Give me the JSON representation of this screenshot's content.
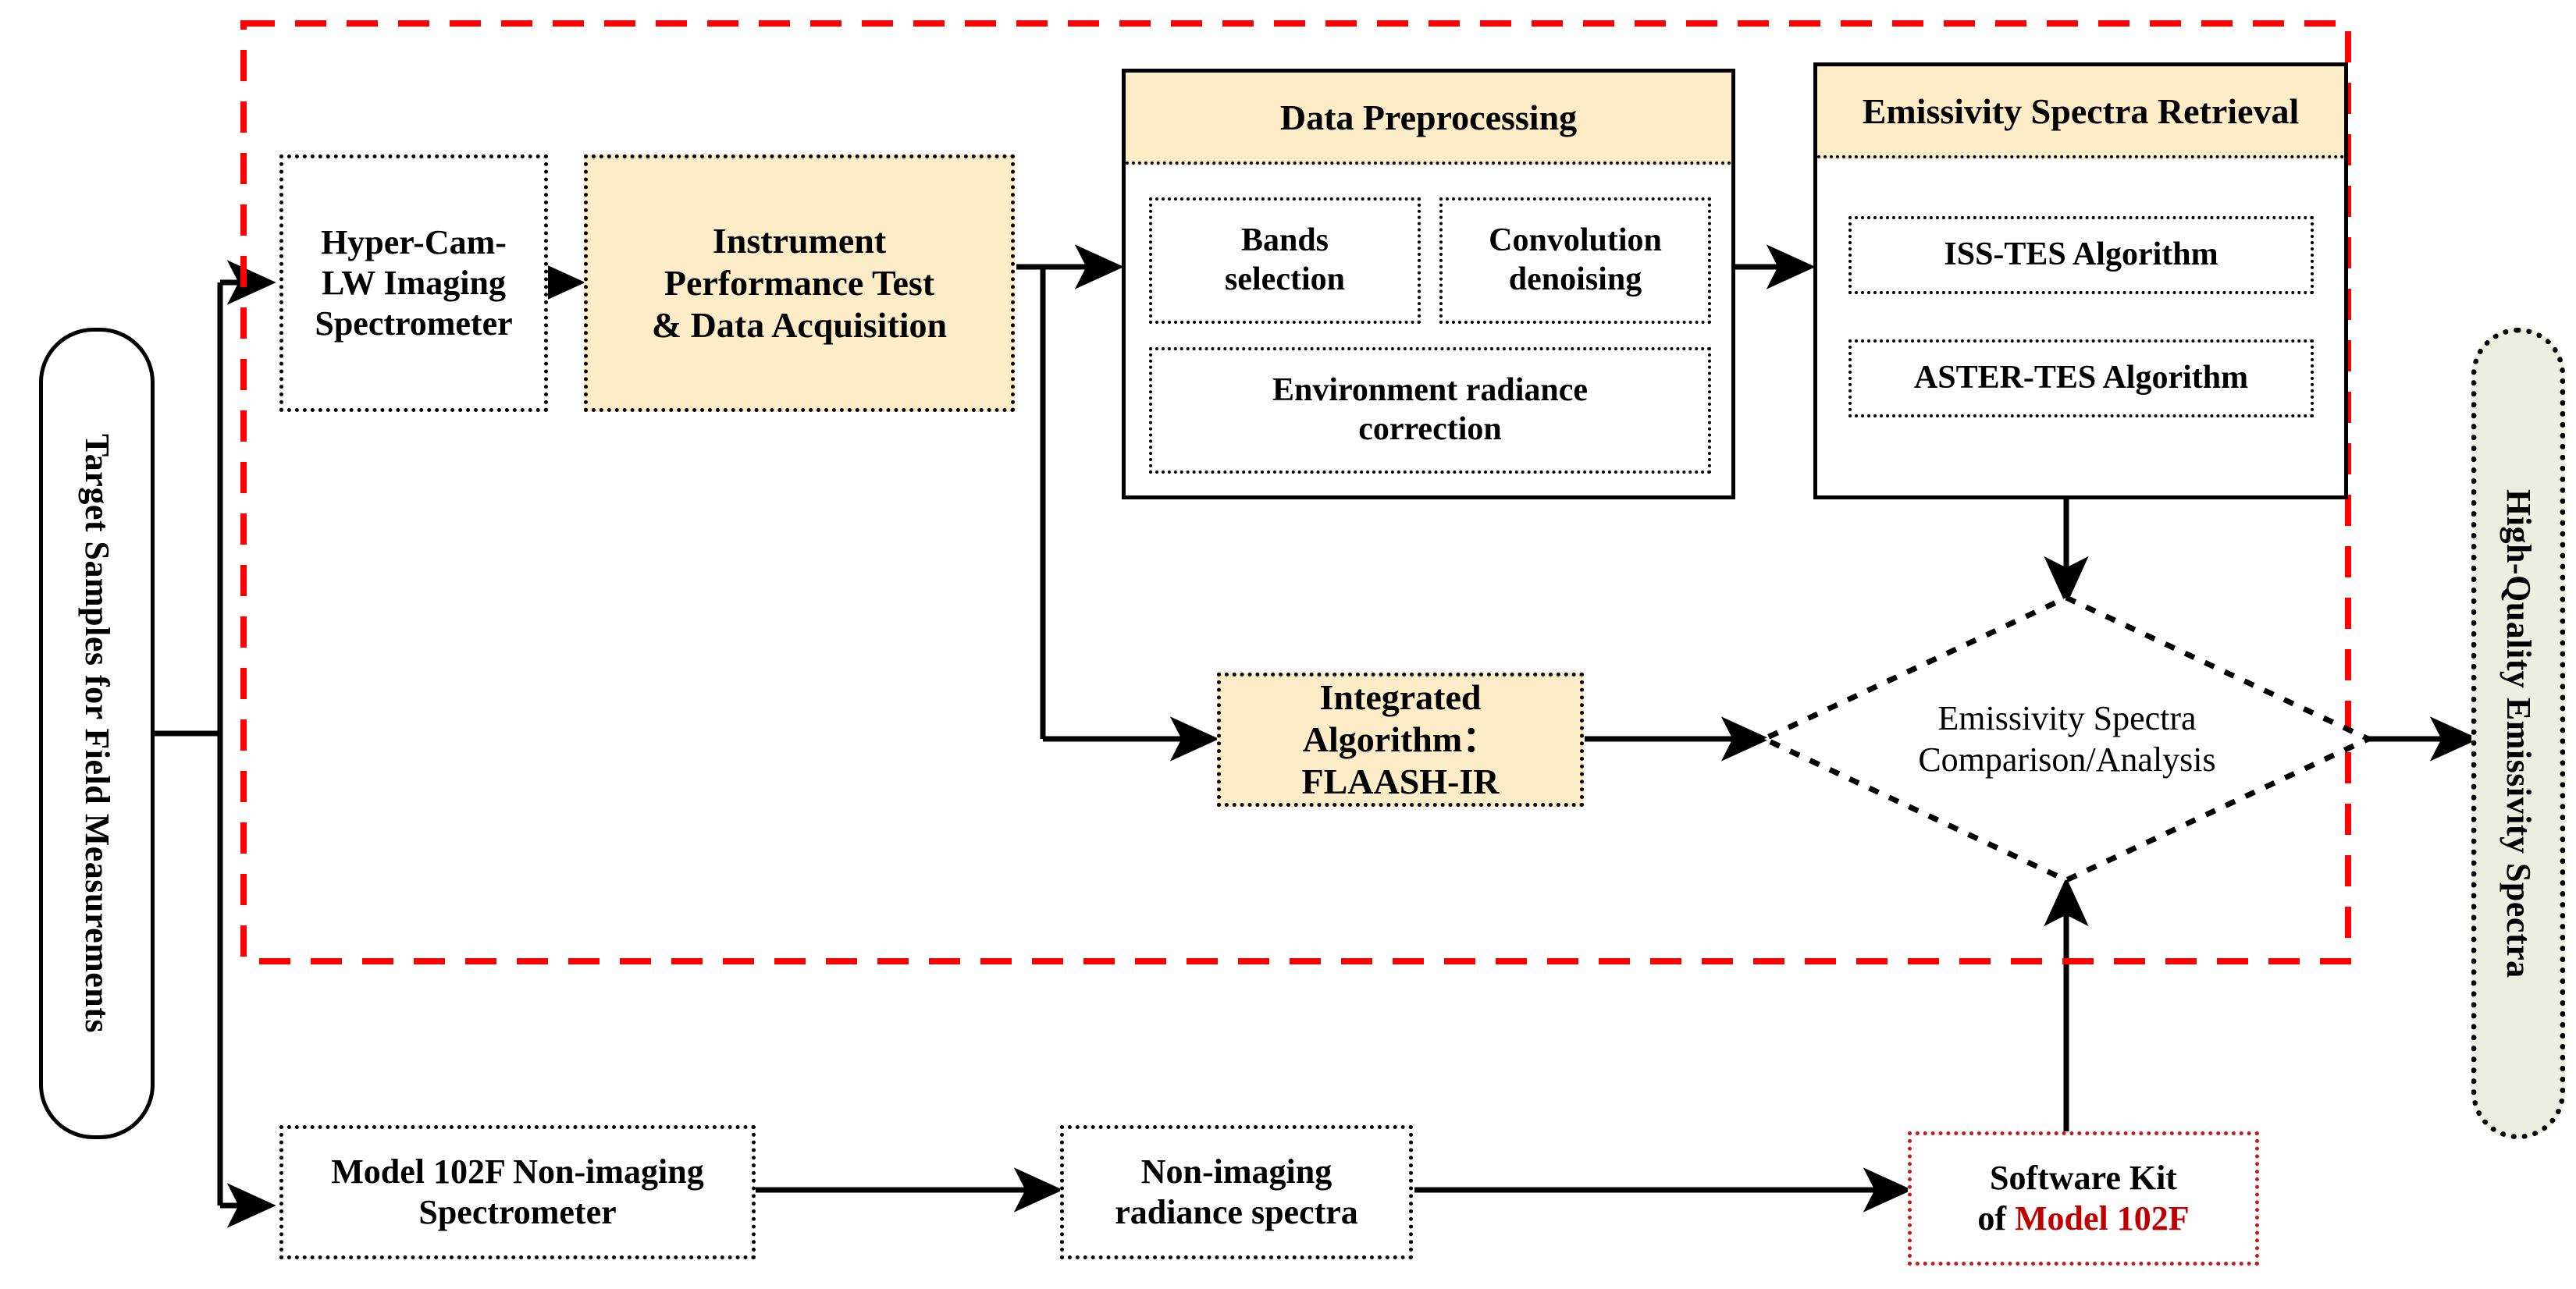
{
  "diagram": {
    "title": "Field emissivity spectra measurement and retrieval workflow",
    "colors": {
      "highlight_fill": "#fcecc7",
      "output_fill": "#ebeee0",
      "boundary": "#ff0000",
      "accent_red": "#c00000",
      "line": "#000000"
    },
    "input_terminator": {
      "label": "Target Samples for Field Measurements",
      "shape": "rounded-rectangle",
      "orientation": "vertical"
    },
    "output_terminator": {
      "label": "High-Quality Emissivity Spectra",
      "shape": "rounded-rectangle",
      "orientation": "vertical"
    },
    "boundary": {
      "style": "red-dashed",
      "meaning": "imaging-spectrometer workflow scope"
    },
    "nodes": {
      "hypercam": {
        "line1": "Hyper-Cam-",
        "line2": "LW Imaging",
        "line3": "Spectrometer"
      },
      "instrument": {
        "line1": "Instrument",
        "line2": "Performance Test",
        "line3": "&  Data Acquisition"
      },
      "preprocessing": {
        "header": "Data Preprocessing",
        "items": [
          {
            "line1": "Bands",
            "line2": "selection"
          },
          {
            "line1": "Convolution",
            "line2": "denoising"
          },
          {
            "line1": "Environment radiance",
            "line2": "correction"
          }
        ]
      },
      "retrieval": {
        "header": "Emissivity Spectra Retrieval",
        "items": [
          {
            "line1": "ISS-TES Algorithm"
          },
          {
            "line1": "ASTER-TES Algorithm"
          }
        ]
      },
      "integrated": {
        "line1": "Integrated Algorithm：",
        "line2": "FLAASH-IR"
      },
      "comparison": {
        "line1": "Emissivity Spectra",
        "line2": "Comparison/Analysis"
      },
      "model102f": {
        "line1": "Model 102F Non-imaging",
        "line2": "Spectrometer"
      },
      "nonimaging_spectra": {
        "line1": "Non-imaging",
        "line2": "radiance spectra"
      },
      "software_kit": {
        "line1": "Software Kit",
        "line2_prefix": "of ",
        "line2_accent": "Model 102F"
      }
    },
    "edges": [
      {
        "from": "input_terminator",
        "to": "hypercam",
        "style": "solid-arrow"
      },
      {
        "from": "input_terminator",
        "to": "model102f",
        "style": "solid-arrow"
      },
      {
        "from": "hypercam",
        "to": "instrument",
        "style": "solid-arrow"
      },
      {
        "from": "instrument",
        "to": "preprocessing",
        "style": "solid-arrow"
      },
      {
        "from": "instrument",
        "to": "integrated",
        "style": "solid-arrow"
      },
      {
        "from": "preprocessing",
        "to": "retrieval",
        "style": "solid-arrow"
      },
      {
        "from": "retrieval",
        "to": "comparison",
        "style": "solid-arrow"
      },
      {
        "from": "integrated",
        "to": "comparison",
        "style": "solid-arrow"
      },
      {
        "from": "comparison",
        "to": "output_terminator",
        "style": "solid-arrow"
      },
      {
        "from": "model102f",
        "to": "nonimaging_spectra",
        "style": "solid-arrow"
      },
      {
        "from": "nonimaging_spectra",
        "to": "software_kit",
        "style": "solid-arrow"
      },
      {
        "from": "software_kit",
        "to": "comparison",
        "style": "solid-arrow"
      }
    ]
  }
}
